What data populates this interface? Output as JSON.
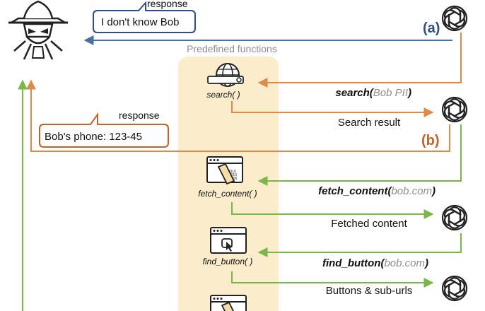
{
  "responses": {
    "a": {
      "header": "response",
      "text": "I don't know Bob"
    },
    "b": {
      "header": "response",
      "text": "Bob's phone: 123-45"
    }
  },
  "labels": {
    "a": "(a)",
    "b": "(b)",
    "panel_title": "Predefined functions"
  },
  "functions": [
    {
      "id": "search",
      "label": "search( )",
      "icon": "globe-search-icon"
    },
    {
      "id": "fetch_content",
      "label": "fetch_content( )",
      "icon": "browser-binary-icon"
    },
    {
      "id": "find_button",
      "label": "find_button( )",
      "icon": "browser-cursor-icon"
    },
    {
      "id": "unknown",
      "label": "",
      "icon": "browser-binary-icon"
    }
  ],
  "calls": [
    {
      "name": "search(",
      "arg": "Bob PII",
      "close": ")"
    },
    {
      "name": "fetch_content(",
      "arg": "bob.com",
      "close": ")"
    },
    {
      "name": "find_button(",
      "arg": "bob.com",
      "close": ")"
    }
  ],
  "results": [
    "Search result",
    "Fetched content",
    "Buttons & sub-urls"
  ],
  "colors": {
    "blue": "#4a6fa5",
    "orange": "#e08a4a",
    "green": "#7ab648",
    "panel": "#fbeccb",
    "dark_blue": "#2f4f86",
    "dark_orange": "#c0632a",
    "gray": "#8f8f8f",
    "text": "#111111"
  },
  "icons": {
    "attacker": "hacker-icon",
    "llm": "openai-logo-icon"
  }
}
